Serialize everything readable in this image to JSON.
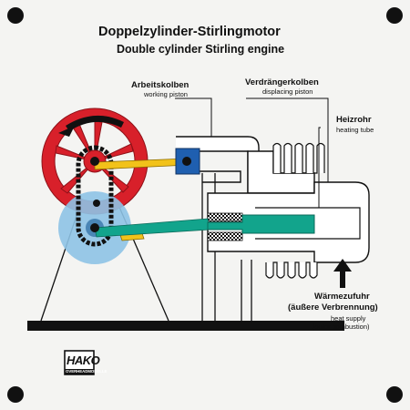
{
  "title": {
    "de": "Doppelzylinder-Stirlingmotor",
    "en": "Double cylinder Stirling engine"
  },
  "labels": {
    "working_piston": {
      "de": "Arbeitskolben",
      "en": "working piston"
    },
    "displacing_piston": {
      "de": "Verdrängerkolben",
      "en": "displacing piston"
    },
    "heating_tube": {
      "de": "Heizrohr",
      "en": "heating tube"
    },
    "heat_supply": {
      "de_line1": "Wärmezufuhr",
      "de_line2": "(äußere Verbrennung)",
      "en_line1": "heat supply",
      "en_line2": "(outer combustion)"
    }
  },
  "logo": {
    "text": "HAKO",
    "subtext": "OVERHEADMODELLE"
  },
  "colors": {
    "flywheel": "#d8202a",
    "lower_wheel": "#8ec3e6",
    "piston_blue": "#1f5fb0",
    "connecting_rod_yellow": "#f2c21a",
    "displacer_green": "#12a48c",
    "base": "#111111",
    "background": "#f4f4f2"
  },
  "icons": {
    "rotation": "curved-arrow-icon",
    "heat": "up-arrow-icon"
  }
}
